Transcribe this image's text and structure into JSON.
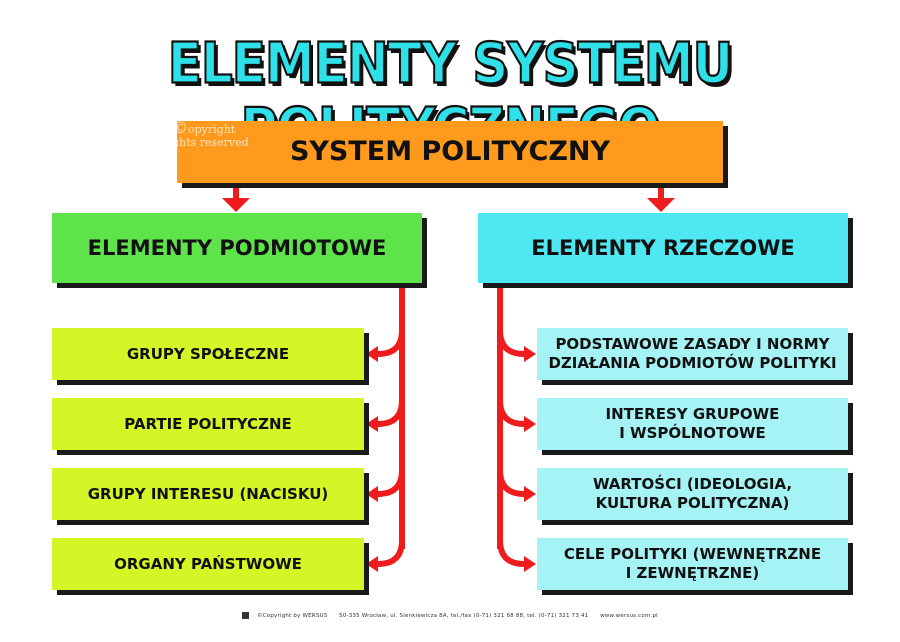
{
  "title": "ELEMENTY SYSTEMU POLITYCZNEGO",
  "root": "SYSTEM POLITYCZNY",
  "left": {
    "heading": "ELEMENTY PODMIOTOWE",
    "items": [
      "GRUPY SPOŁECZNE",
      "PARTIE POLITYCZNE",
      "GRUPY INTERESU (NACISKU)",
      "ORGANY PAŃSTWOWE"
    ]
  },
  "right": {
    "heading": "ELEMENTY RZECZOWE",
    "items": [
      {
        "line1": "PODSTAWOWE ZASADY I NORMY",
        "line2": "DZIAŁANIA PODMIOTÓW POLITYKI"
      },
      {
        "line1": "INTERESY GRUPOWE",
        "line2": "I WSPÓLNOTOWE"
      },
      {
        "line1": "WARTOŚCI (IDEOLOGIA,",
        "line2": "KULTURA POLITYCZNA)"
      },
      {
        "line1": "CELE POLITYKI (WEWNĘTRZNE",
        "line2": "I ZEWNĘTRZNE)"
      }
    ]
  },
  "watermark": {
    "symbol": "©",
    "line1": "opyright",
    "line2": "ghts reserved"
  },
  "footer": {
    "copyright": "©Copyright by WERSUS",
    "address": "50-335 Wrocław, ul. Sienkiewicza 8A, tel./fax (0-71) 321 68 88, tel. (0-71) 321 73 41",
    "website": "www.wersus.com.pl"
  },
  "colors": {
    "title": "#2fe0e8",
    "root": "#ff9a1c",
    "left_heading": "#5ee34a",
    "right_heading": "#4fe8f2",
    "left_items": "#d4f526",
    "right_items": "#a6f3f5",
    "arrows": "#ee1c1c"
  }
}
